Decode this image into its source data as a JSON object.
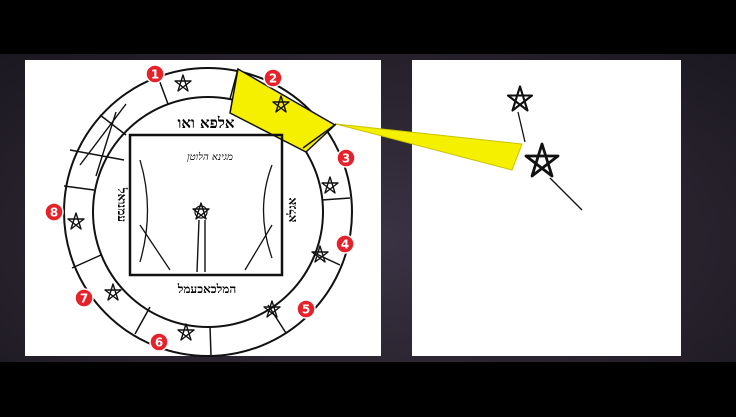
{
  "diagram": {
    "label_top": "אלפא ואו",
    "label_inner": "מגינא הלוטן",
    "label_left": "עמנואל",
    "label_right": "אגלא",
    "label_bottom": "המלכאכעמל",
    "markers": [
      "1",
      "2",
      "3",
      "4",
      "5",
      "6",
      "7",
      "8"
    ],
    "highlight_color": "#f5ef00",
    "marker_color": "#e8202a"
  }
}
